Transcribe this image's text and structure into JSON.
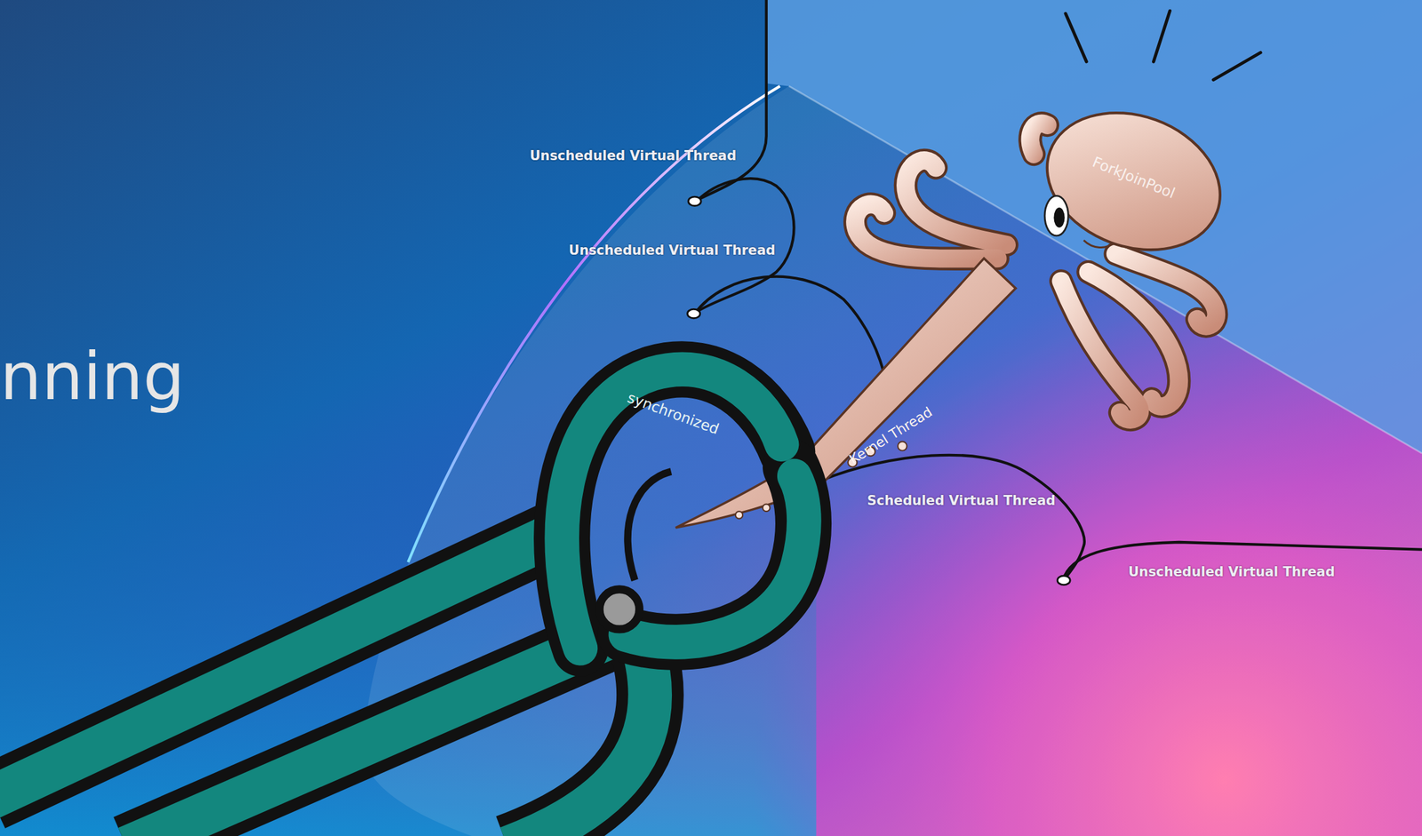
{
  "diagram": {
    "title": "nning",
    "labels": [
      "Unscheduled Virtual Thread",
      "ForkJoinPool",
      "Unscheduled Virtual Thread",
      "synchronized",
      "Kernel Thread",
      "Scheduled Virtual Thread",
      "Unscheduled Virtual Thread"
    ]
  }
}
